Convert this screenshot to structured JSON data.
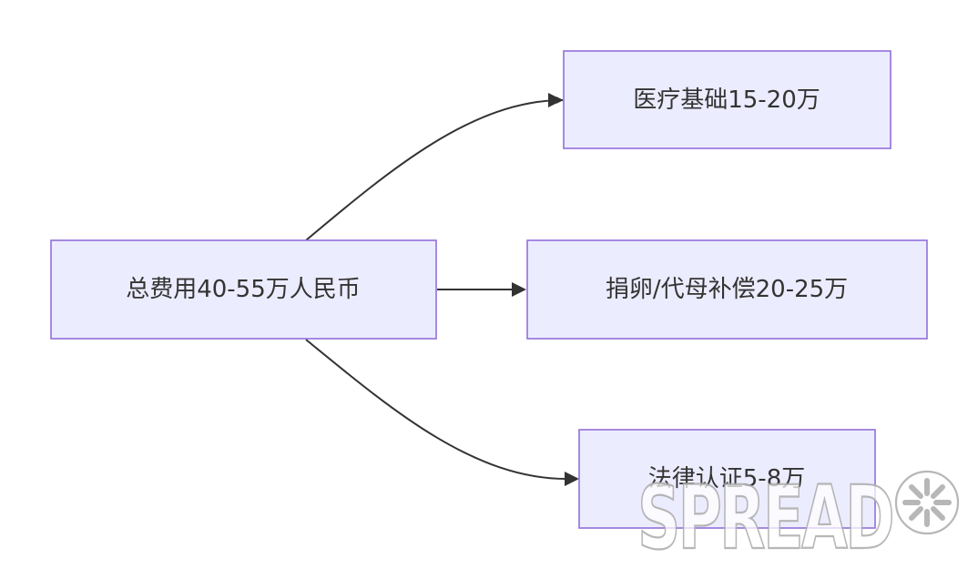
{
  "diagram": {
    "root": {
      "label": "总费用40-55万人民币"
    },
    "children": [
      {
        "label": "医疗基础15-20万"
      },
      {
        "label": "捐卵/代母补偿20-25万"
      },
      {
        "label": "法律认证5-8万"
      }
    ]
  },
  "watermark": {
    "text": "SPREAD"
  },
  "colors": {
    "node_fill": "#ececff",
    "node_stroke": "#9370db",
    "edge": "#333333",
    "text": "#333333"
  }
}
